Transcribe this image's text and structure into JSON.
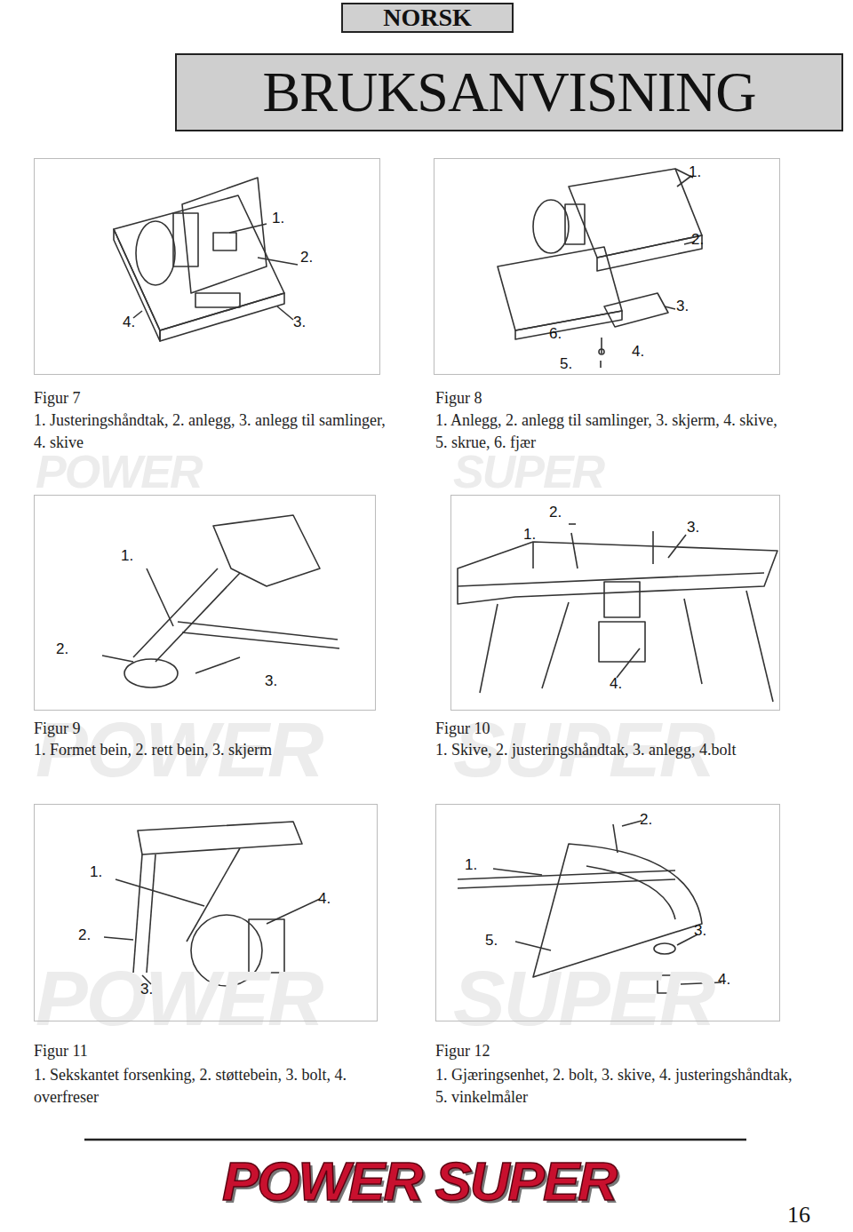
{
  "diagram": {
    "title": "BRUKSANVISNING",
    "nodes": [
      {
        "text": [
          "NORSK"
        ]
      },
      {
        "text": [
          "1.",
          "2.",
          "4.",
          "3."
        ]
      },
      {
        "text": [
          "1.",
          "2.",
          "3.",
          "6.",
          "4.",
          "5."
        ]
      },
      {
        "text": [
          "1.",
          "2.",
          "3."
        ]
      },
      {
        "text": [
          "2.",
          "1.",
          "3.",
          "4."
        ]
      },
      {
        "text": [
          "1.",
          "4.",
          "2.",
          "3."
        ]
      },
      {
        "text": [
          "2.",
          "1.",
          "3.",
          "5.",
          "4."
        ]
      }
    ],
    "labels": [
      "Figur 7",
      "1. Justeringshåndtak, 2. anlegg, 3. anlegg til samlinger, 4. skive",
      "Figur 8",
      "1. Anlegg, 2. anlegg til samlinger, 3. skjerm, 4. skive, 5. skrue, 6. fjær",
      "Figur 9",
      "1. Formet bein, 2. rett bein, 3. skjerm",
      "Figur 10",
      "1. Skive, 2. justeringshåndtak, 3. anlegg, 4.bolt",
      "Figur 11",
      "1. Sekskantet forsenking, 2. støttebein, 3. bolt, 4. overfreser",
      "Figur 12",
      "1. Gjæringsenhet, 2. bolt, 3. skive, 4. justeringshåndtak, 5. vinkelmåler",
      "POWER",
      "SUPER",
      "POWER",
      "SUPER",
      "POWER",
      "SUPER",
      "POWER SUPER",
      "16"
    ]
  }
}
